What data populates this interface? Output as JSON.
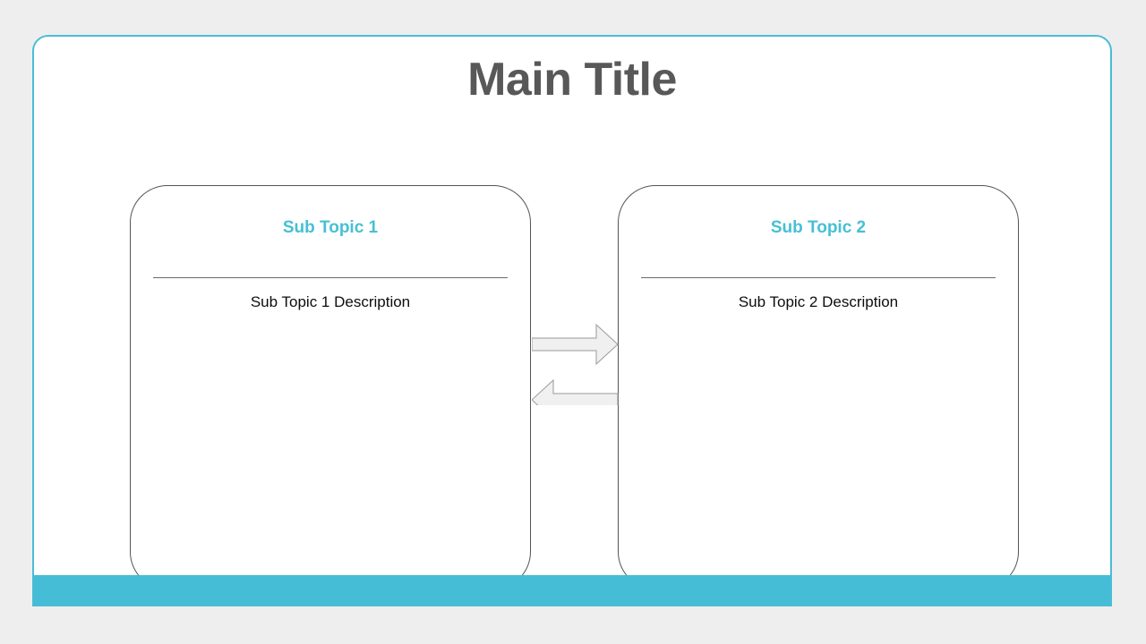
{
  "slide": {
    "title": "Main Title",
    "accent_color": "#45bdd6",
    "title_color": "#585858",
    "background_color": "#efeeee",
    "canvas_color": "#ffffff"
  },
  "cards": [
    {
      "title": "Sub Topic 1",
      "description": "Sub Topic 1 Description",
      "title_color": "#47bfd4",
      "description_color": "#0d0d0d"
    },
    {
      "title": "Sub Topic 2",
      "description": "Sub Topic 2 Description",
      "title_color": "#47bfd4",
      "description_color": "#0d0d0d"
    }
  ],
  "connector": {
    "forward_icon": "arrow-right-icon",
    "backward_icon": "arrow-left-icon",
    "fill_color": "#f0f0f0",
    "stroke_color": "#9a9a9a"
  }
}
